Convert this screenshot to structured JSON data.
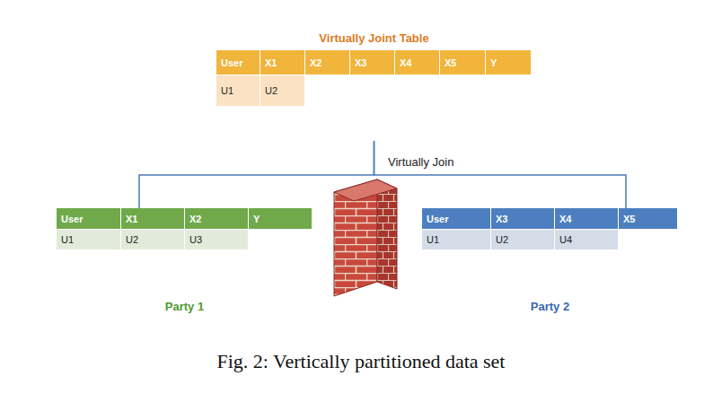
{
  "diagram": {
    "caption": "Fig. 2: Vertically partitioned data set",
    "nodes": [
      {
        "text": [
          "Virtually Joint Table",
          "User",
          "X1",
          "X2",
          "X3",
          "X4",
          "X5",
          "Y",
          "U1",
          "U2"
        ]
      },
      {
        "text": [
          "User",
          "X1",
          "X2",
          "Y",
          "U1",
          "U2",
          "U3",
          "Party 1"
        ]
      },
      {
        "text": [
          "User",
          "X3",
          "X4",
          "X5",
          "U1",
          "U2",
          "U4",
          "Party 2"
        ]
      }
    ],
    "edges": [
      {
        "from": 0,
        "to": 1,
        "arrow": "none",
        "label": "Virtually Join"
      },
      {
        "from": 0,
        "to": 2,
        "arrow": "none"
      }
    ]
  }
}
